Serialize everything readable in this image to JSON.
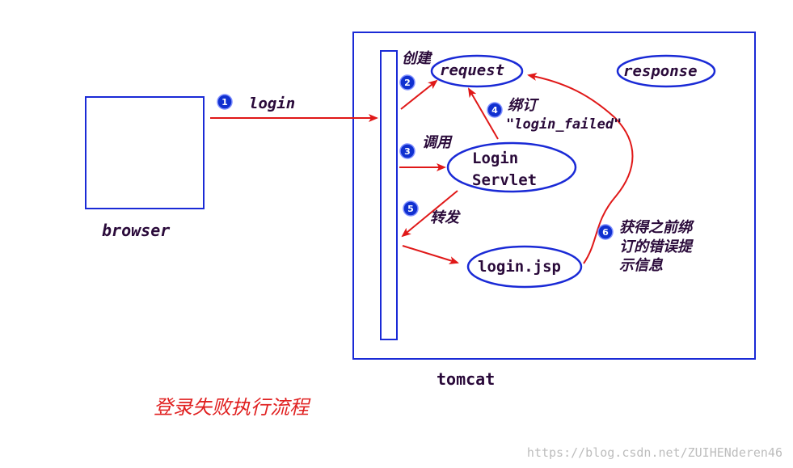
{
  "colors": {
    "box_blue": "#1a2ad6",
    "arrow_red": "#e01818",
    "text_dark": "#2a0a3a",
    "badge_blue": "#1030d0",
    "title_red": "#e02020",
    "watermark_gray": "#bdbdbd"
  },
  "labels": {
    "browser": "browser",
    "tomcat": "tomcat",
    "request": "request",
    "response": "response",
    "login_servlet_line1": "Login",
    "login_servlet_line2": "Servlet",
    "login_jsp": "login.jsp"
  },
  "steps": [
    {
      "badge": "1",
      "text": "login"
    },
    {
      "badge": "2",
      "text": "创建"
    },
    {
      "badge": "3",
      "text": "调用"
    },
    {
      "badge": "4",
      "text": "绑订",
      "text2": "\"login_failed\""
    },
    {
      "badge": "5",
      "text": "转发"
    },
    {
      "badge": "6",
      "text": "获得之前绑",
      "text2": "订的错误提",
      "text3": "示信息"
    }
  ],
  "title": "登录失败执行流程",
  "watermark": "https://blog.csdn.net/ZUIHENderen46"
}
